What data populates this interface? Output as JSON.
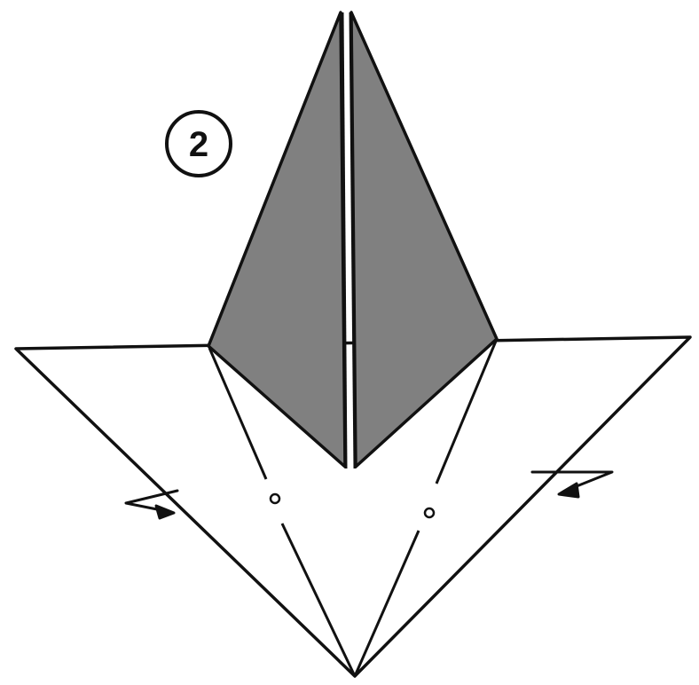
{
  "step": {
    "number": "2"
  },
  "colors": {
    "paper": "#ffffff",
    "shaded_flap": "#808080",
    "line": "#111111"
  },
  "symbols": {
    "fold_points": [
      "pivot-point-left",
      "pivot-point-right"
    ],
    "arrows": [
      "fold-arrow-left",
      "fold-arrow-right"
    ]
  }
}
